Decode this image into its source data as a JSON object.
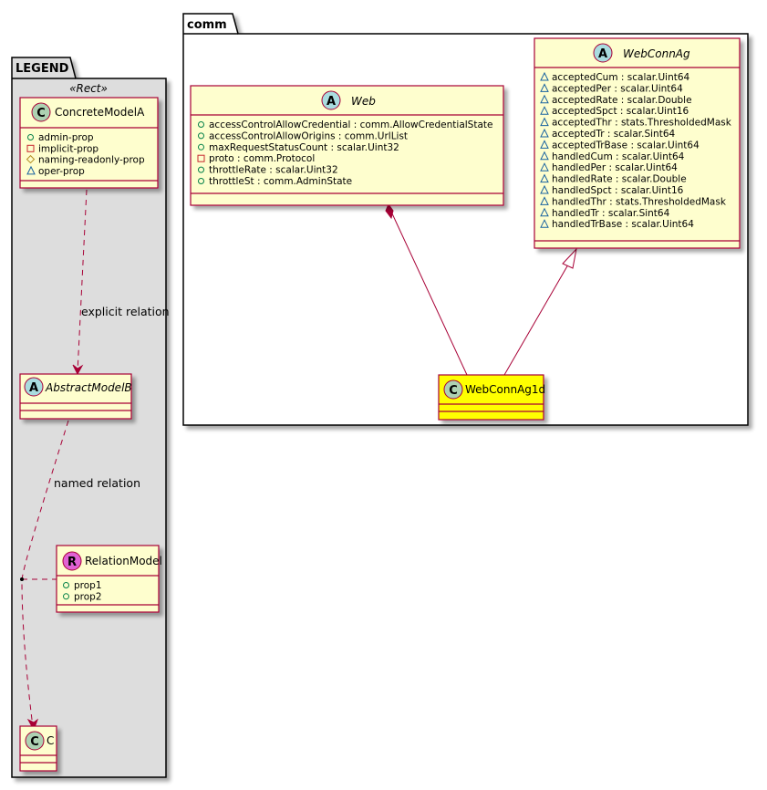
{
  "colors": {
    "class_fill": "#FEFECE",
    "class_border": "#A80036",
    "highlight_fill": "#FFFF00",
    "legend_fill": "#DDDDDD",
    "circle_class": "#ADD1B2",
    "circle_abstract": "#A9DCDF",
    "circle_relation": "#E062D4",
    "public_icon": "#038048",
    "private_icon": "#C82930",
    "protected_icon": "#B38D22",
    "package_icon": "#1963A0"
  },
  "legend": {
    "package_name": "LEGEND",
    "stereotype": "«Rect»",
    "concrete": {
      "circle": "C",
      "name": "ConcreteModelA",
      "members": [
        {
          "vis": "public",
          "text": "admin-prop"
        },
        {
          "vis": "private",
          "text": "implicit-prop"
        },
        {
          "vis": "protected",
          "text": "naming-readonly-prop"
        },
        {
          "vis": "package",
          "text": "oper-prop"
        }
      ]
    },
    "abstract": {
      "circle": "A",
      "name": "AbstractModelB"
    },
    "relation_model": {
      "circle": "R",
      "name": "RelationModel",
      "members": [
        {
          "vis": "public",
          "text": "prop1"
        },
        {
          "vis": "public",
          "text": "prop2"
        }
      ]
    },
    "c_class": {
      "circle": "C",
      "name": "C"
    },
    "explicit_relation_label": "explicit relation",
    "named_relation_label": "named relation"
  },
  "comm": {
    "package_name": "comm",
    "web": {
      "circle": "A",
      "name": "Web",
      "members": [
        {
          "vis": "public",
          "text": "accessControlAllowCredential : comm.AllowCredentialState"
        },
        {
          "vis": "public",
          "text": "accessControlAllowOrigins : comm.UrlList"
        },
        {
          "vis": "public",
          "text": "maxRequestStatusCount : scalar.Uint32"
        },
        {
          "vis": "private",
          "text": "proto : comm.Protocol"
        },
        {
          "vis": "public",
          "text": "throttleRate : scalar.Uint32"
        },
        {
          "vis": "public",
          "text": "throttleSt : comm.AdminState"
        }
      ]
    },
    "webconnag": {
      "circle": "A",
      "name": "WebConnAg",
      "members": [
        {
          "vis": "package",
          "text": "acceptedCum : scalar.Uint64"
        },
        {
          "vis": "package",
          "text": "acceptedPer : scalar.Uint64"
        },
        {
          "vis": "package",
          "text": "acceptedRate : scalar.Double"
        },
        {
          "vis": "package",
          "text": "acceptedSpct : scalar.Uint16"
        },
        {
          "vis": "package",
          "text": "acceptedThr : stats.ThresholdedMask"
        },
        {
          "vis": "package",
          "text": "acceptedTr : scalar.Sint64"
        },
        {
          "vis": "package",
          "text": "acceptedTrBase : scalar.Uint64"
        },
        {
          "vis": "package",
          "text": "handledCum : scalar.Uint64"
        },
        {
          "vis": "package",
          "text": "handledPer : scalar.Uint64"
        },
        {
          "vis": "package",
          "text": "handledRate : scalar.Double"
        },
        {
          "vis": "package",
          "text": "handledSpct : scalar.Uint16"
        },
        {
          "vis": "package",
          "text": "handledThr : stats.ThresholdedMask"
        },
        {
          "vis": "package",
          "text": "handledTr : scalar.Sint64"
        },
        {
          "vis": "package",
          "text": "handledTrBase : scalar.Uint64"
        }
      ]
    },
    "webconnag1d": {
      "circle": "C",
      "name": "WebConnAg1d"
    }
  }
}
